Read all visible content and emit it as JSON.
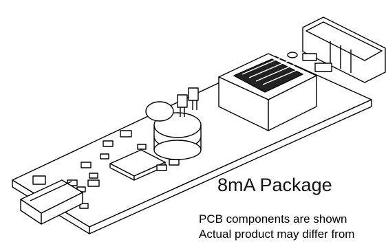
{
  "product": {
    "title": "8mA Package",
    "note_lines": [
      "PCB components are shown",
      "Actual product may differ from"
    ]
  },
  "illustration": {
    "subject": "PCB board line drawing",
    "colors": {
      "line": "#000000",
      "fill": "#ffffff"
    }
  }
}
